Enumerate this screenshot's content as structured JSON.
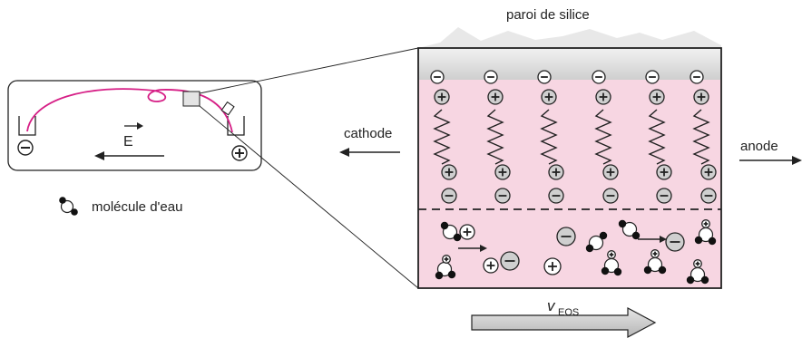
{
  "labels": {
    "silica_wall": "paroi de silice",
    "cathode": "cathode",
    "anode": "anode",
    "water_legend": "molécule d'eau",
    "field_symbol": "E",
    "velocity_main": "v",
    "velocity_sub": "EOS"
  },
  "colors": {
    "solution_pink": "#f7d6e2",
    "wall_gray": "#dcdcdc",
    "capillary_magenta": "#d61f86",
    "ion_gray": "#c4c4c4",
    "arrow_fill": "#cfcfcf"
  }
}
